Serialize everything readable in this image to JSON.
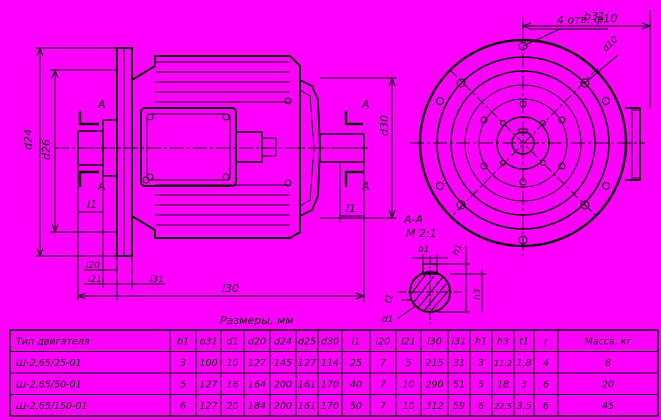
{
  "labels": {
    "hole_note": "4 отв. ф10",
    "b31": "b31",
    "d10": "d10",
    "d24": "d24",
    "d26": "d26",
    "d30": "d30",
    "l1_left": "l1",
    "l1_right": "l1",
    "l20": "l20",
    "l21": "l21",
    "l31": "l31",
    "l30": "l30",
    "section_a_left_top": "A",
    "section_a_left_bottom": "A",
    "section_a_right_top": "A",
    "section_a_right_bottom": "A",
    "section_title": "A-A",
    "section_scale": "M 2:1",
    "sec_b1": "b1",
    "sec_h1": "h1",
    "sec_h3": "h3",
    "sec_t1": "t1",
    "sec_d1": "d1",
    "dims_caption": "Размеры, мм"
  },
  "table": {
    "headers": [
      "Тип двигателя",
      "b1",
      "b31",
      "d1",
      "d20",
      "d24",
      "d25",
      "d30",
      "l1",
      "l20",
      "l21",
      "l30",
      "l31",
      "h1",
      "h3",
      "t1",
      "r",
      "Масса, кг"
    ],
    "rows": [
      [
        "Ш-2,65/25-01",
        "3",
        "100",
        "10",
        "127",
        "145",
        "127",
        "114",
        "25",
        "7",
        "5",
        "215",
        "31",
        "3",
        "11,2",
        "1,8",
        "4",
        "8"
      ],
      [
        "Ш-2,65/50-01",
        "5",
        "127",
        "16",
        "164",
        "200",
        "161",
        "170",
        "40",
        "7",
        "10",
        "290",
        "51",
        "5",
        "18",
        "3",
        "6",
        "20"
      ],
      [
        "Ш-2,65/150-01",
        "6",
        "127",
        "20",
        "184",
        "200",
        "161",
        "170",
        "50",
        "7",
        "10",
        "312",
        "59",
        "6",
        "22,5",
        "3,5",
        "6",
        "45"
      ]
    ]
  }
}
